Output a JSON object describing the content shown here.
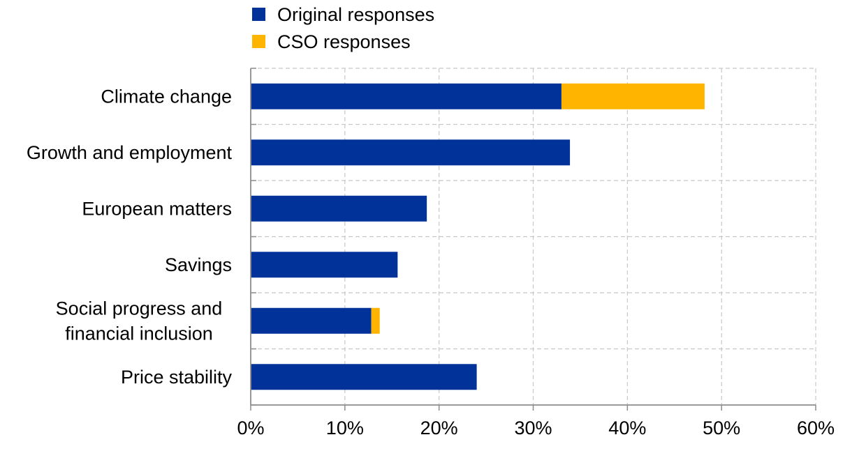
{
  "chart_data": {
    "type": "bar",
    "orientation": "horizontal",
    "stacked": true,
    "categories": [
      [
        "Climate change"
      ],
      [
        "Growth and employment"
      ],
      [
        "European matters"
      ],
      [
        "Savings"
      ],
      [
        "Social progress and",
        "financial inclusion"
      ],
      [
        "Price stability"
      ]
    ],
    "series": [
      {
        "name": "Original responses",
        "color": "#003299",
        "values": [
          33,
          33.9,
          18.7,
          15.6,
          12.8,
          24.0
        ]
      },
      {
        "name": "CSO responses",
        "color": "#FFB400",
        "values": [
          15.2,
          0,
          0,
          0,
          0.9,
          0
        ]
      }
    ],
    "xlim": [
      0,
      60
    ],
    "xticks": [
      0,
      10,
      20,
      30,
      40,
      50,
      60
    ],
    "tick_suffix": "%",
    "grid": true,
    "legend": "top-left"
  }
}
